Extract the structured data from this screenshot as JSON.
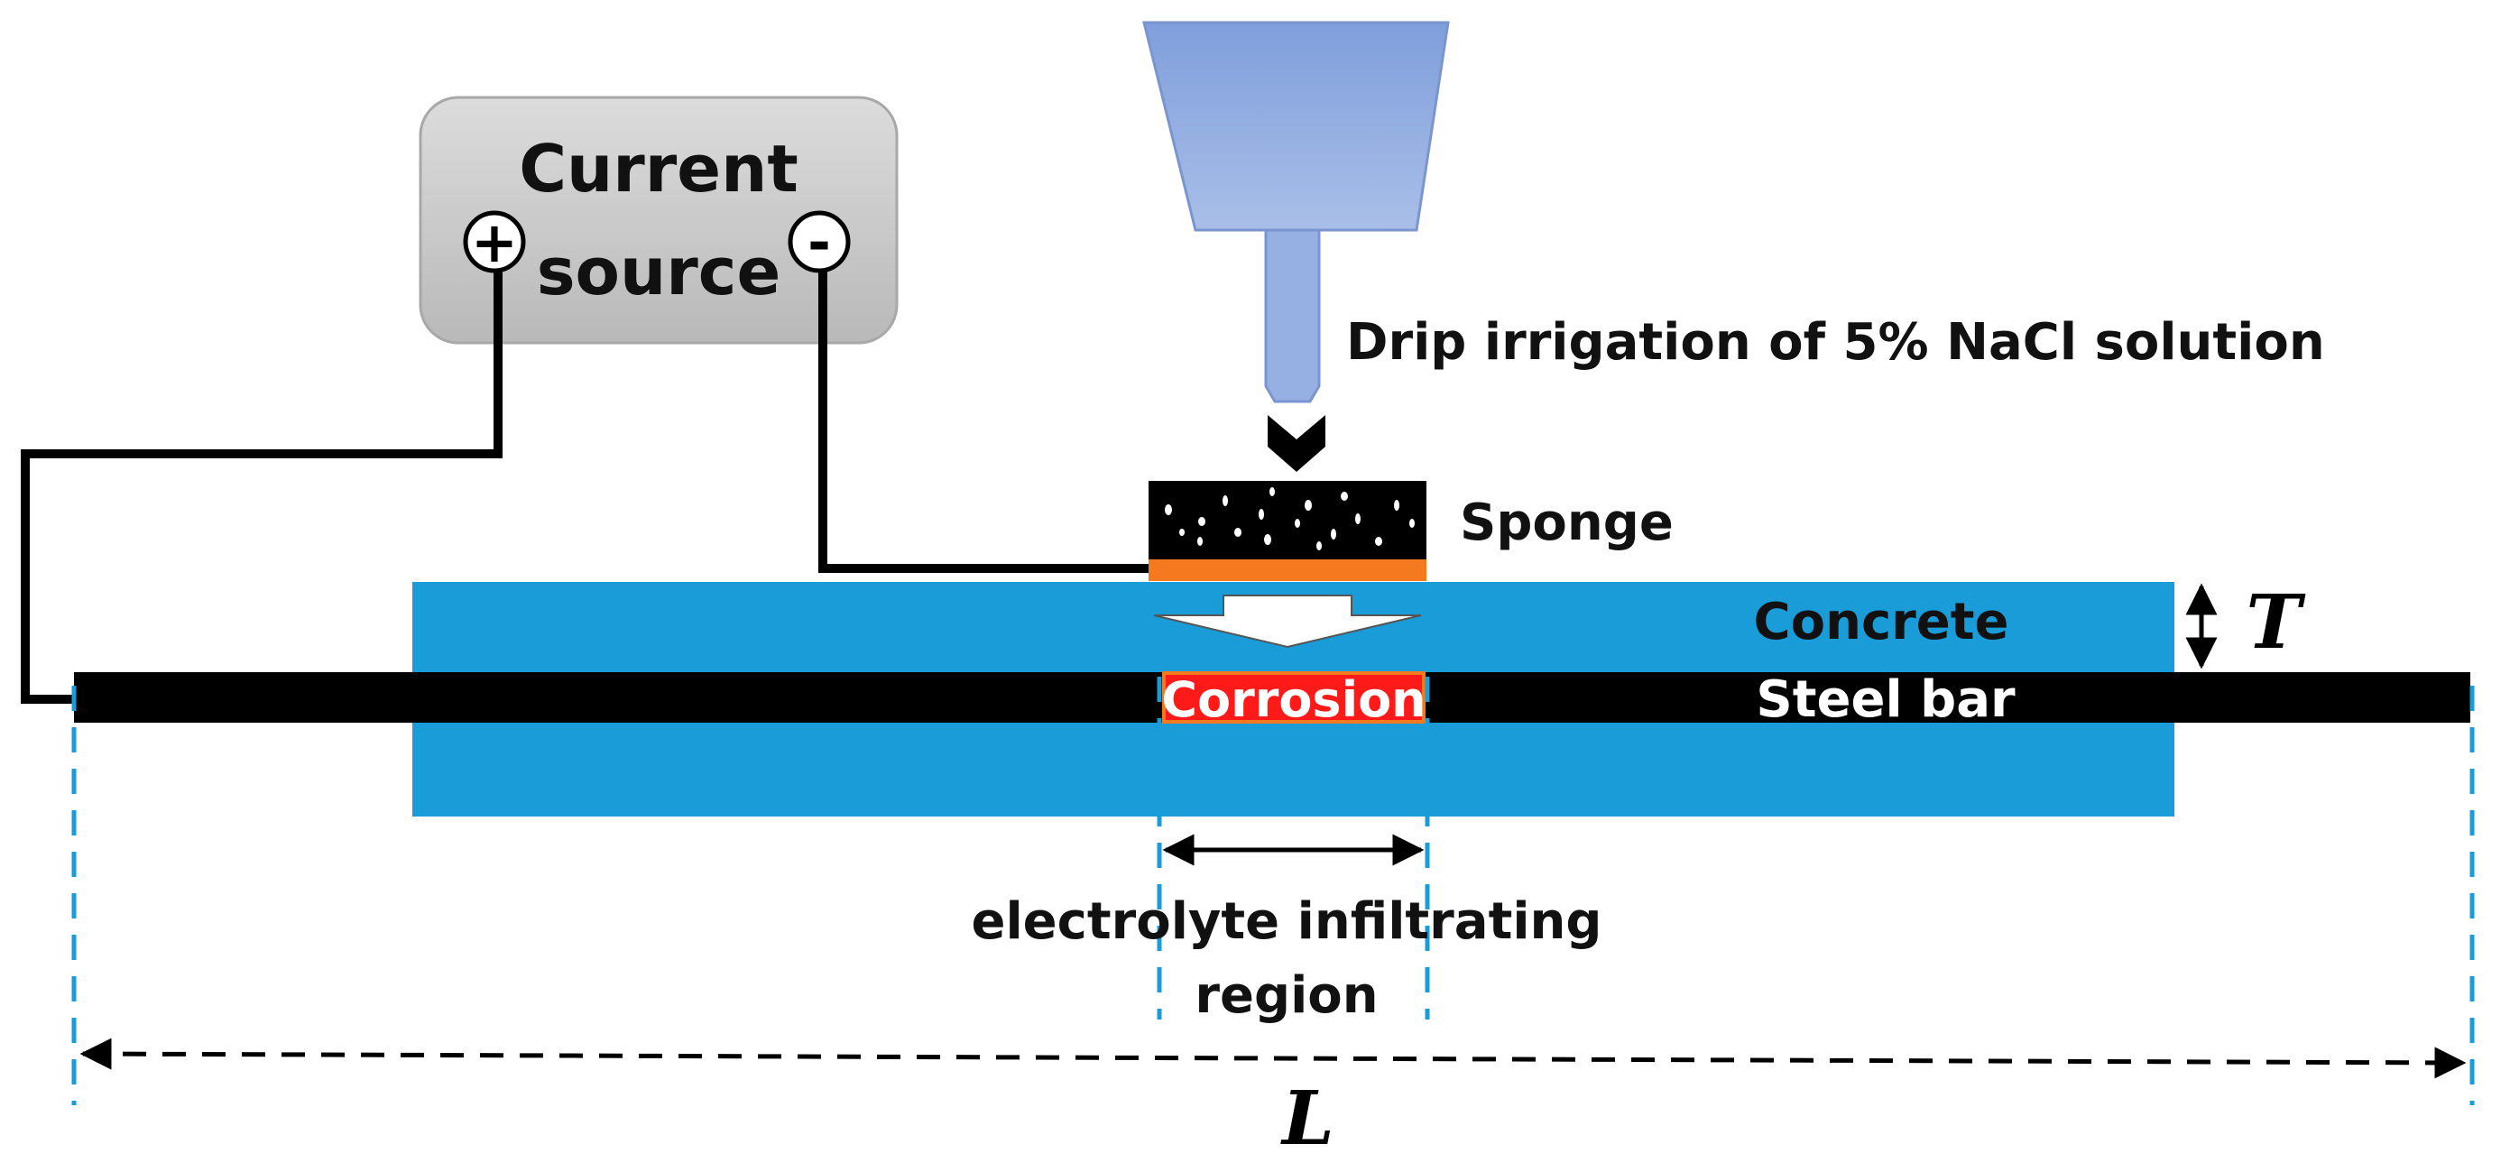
{
  "current_source": {
    "line1": "Current",
    "line2": "source",
    "plus": "+",
    "minus": "-"
  },
  "drip_label": "Drip irrigation of 5% NaCl solution",
  "sponge_label": "Sponge",
  "concrete_label": "Concrete",
  "steel_bar_label": "Steel bar",
  "corrosion_label": "Corrosion",
  "region_label": {
    "line1": "electrolyte infiltrating",
    "line2": "region"
  },
  "thickness_symbol": "T",
  "length_symbol": "L",
  "colors": {
    "concrete": "#1a9cd8",
    "steel": "#000000",
    "corrosion": "#ff1a1a",
    "sponge_base": "#f57a1f",
    "source_box": "#c9c9c9",
    "dripper": "#8fa9df",
    "dashed_guides": "#1a9cd8"
  }
}
